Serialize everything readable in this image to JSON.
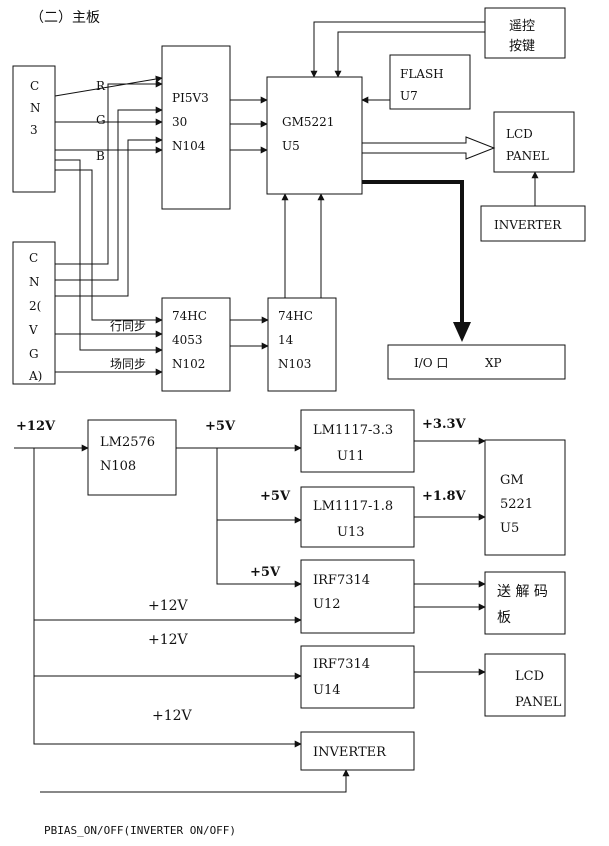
{
  "section_title": "（二）主板",
  "top_diagram": {
    "cn3": [
      "C",
      "N",
      "3"
    ],
    "cn2": [
      "C",
      "N",
      "2(",
      "V",
      "G",
      "A)"
    ],
    "signals": [
      "R",
      "G",
      "B"
    ],
    "pi5v330": [
      "PI5V3",
      "30",
      "N104"
    ],
    "gm5221": [
      "GM5221",
      "U5"
    ],
    "remote_keys": [
      "遥控",
      "按键"
    ],
    "flash": [
      "FLASH",
      "U7"
    ],
    "lcd_panel": [
      "LCD",
      "PANEL"
    ],
    "inverter": "INVERTER",
    "hc4053": [
      "74HC",
      "4053",
      "N102"
    ],
    "hc14": [
      "74HC",
      "14",
      "N103"
    ],
    "hsync": "行同步",
    "vsync": "场同步",
    "io_port": [
      "I/O 口",
      "XP"
    ]
  },
  "power_diagram": {
    "v12_in": "+12V",
    "lm2576": [
      "LM2576",
      "N108"
    ],
    "v5": "+5V",
    "lm1117_33": [
      "LM1117-3.3",
      "U11"
    ],
    "v33": "+3.3V",
    "gm5221": [
      "GM",
      "5221",
      "U5"
    ],
    "v5b": "+5V",
    "lm1117_18": [
      "LM1117-1.8",
      "U13"
    ],
    "v18": "+1.8V",
    "v5c": "+5V",
    "irf7314_u12": [
      "IRF7314",
      "U12"
    ],
    "decoder": [
      "送 解 码",
      "板"
    ],
    "v12a": "+12V",
    "v12b": "+12V",
    "irf7314_u14": [
      "IRF7314",
      "U14"
    ],
    "lcd_panel": [
      "LCD",
      "PANEL"
    ],
    "v12c": "+12V",
    "inverter": "INVERTER",
    "pbias": "PBIAS_ON/OFF(INVERTER ON/OFF)"
  }
}
